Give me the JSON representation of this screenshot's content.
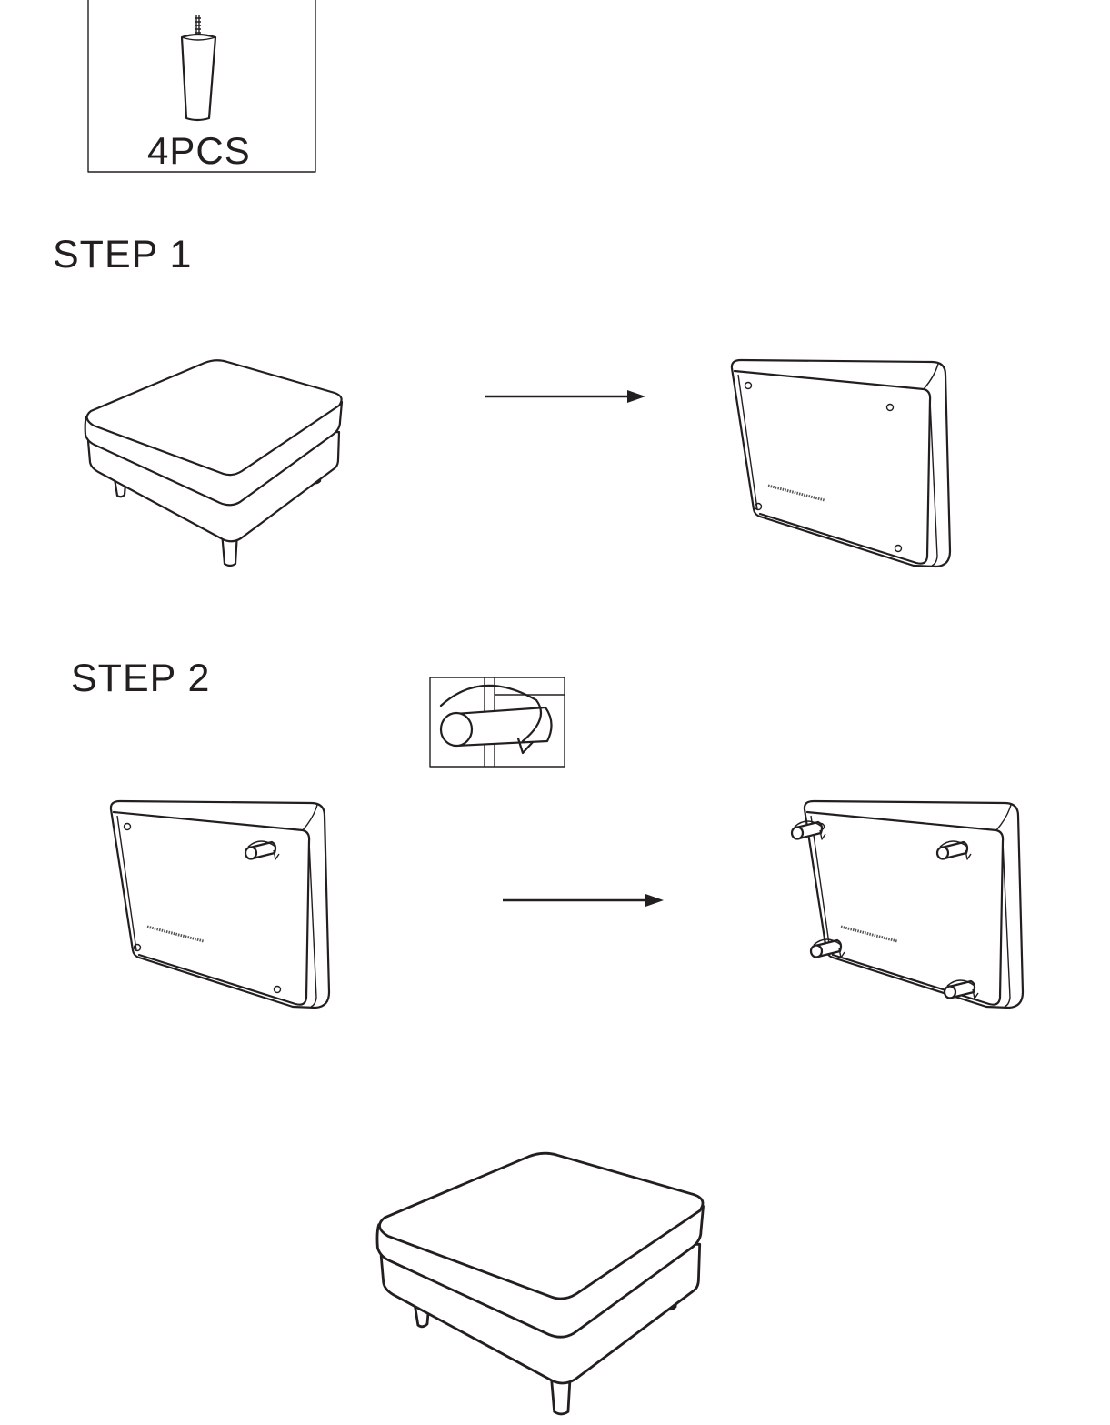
{
  "parts": {
    "leg_quantity": "4PCS"
  },
  "steps": [
    {
      "label": "STEP 1"
    },
    {
      "label": "STEP 2"
    }
  ],
  "colors": {
    "line": "#231f20",
    "background": "#ffffff"
  }
}
